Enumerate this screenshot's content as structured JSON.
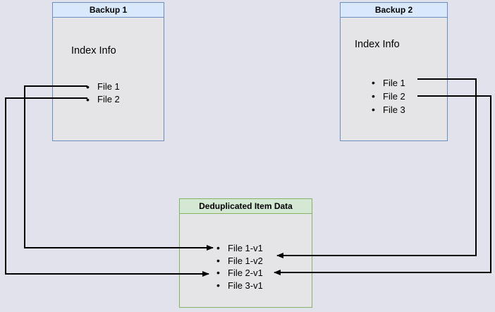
{
  "page": {
    "background": "#e2e2ec"
  },
  "diagram": {
    "backup1": {
      "title": "Backup 1",
      "label": "Index Info",
      "items": [
        "File 1",
        "File 2"
      ]
    },
    "backup2": {
      "title": "Backup 2",
      "label": "Index Info",
      "items": [
        "File 1",
        "File 2",
        "File 3"
      ]
    },
    "dedup": {
      "title": "Deduplicated Item Data",
      "items": [
        "File 1-v1",
        "File 1-v2",
        "File 2-v1",
        "File 3-v1"
      ]
    },
    "connections": [
      {
        "from": "Backup 1 / File 1",
        "to": "File 1-v1"
      },
      {
        "from": "Backup 1 / File 2",
        "to": "File 2-v1"
      },
      {
        "from": "Backup 2 / File 1",
        "to": "File 1-v2"
      },
      {
        "from": "Backup 2 / File 2",
        "to": "File 2-v1"
      }
    ],
    "colors": {
      "backup_header_fill": "#dae8fc",
      "backup_border": "#6c8ebf",
      "dedup_header_fill": "#d5e8d4",
      "dedup_border": "#82b366",
      "connector": "#000000"
    }
  }
}
